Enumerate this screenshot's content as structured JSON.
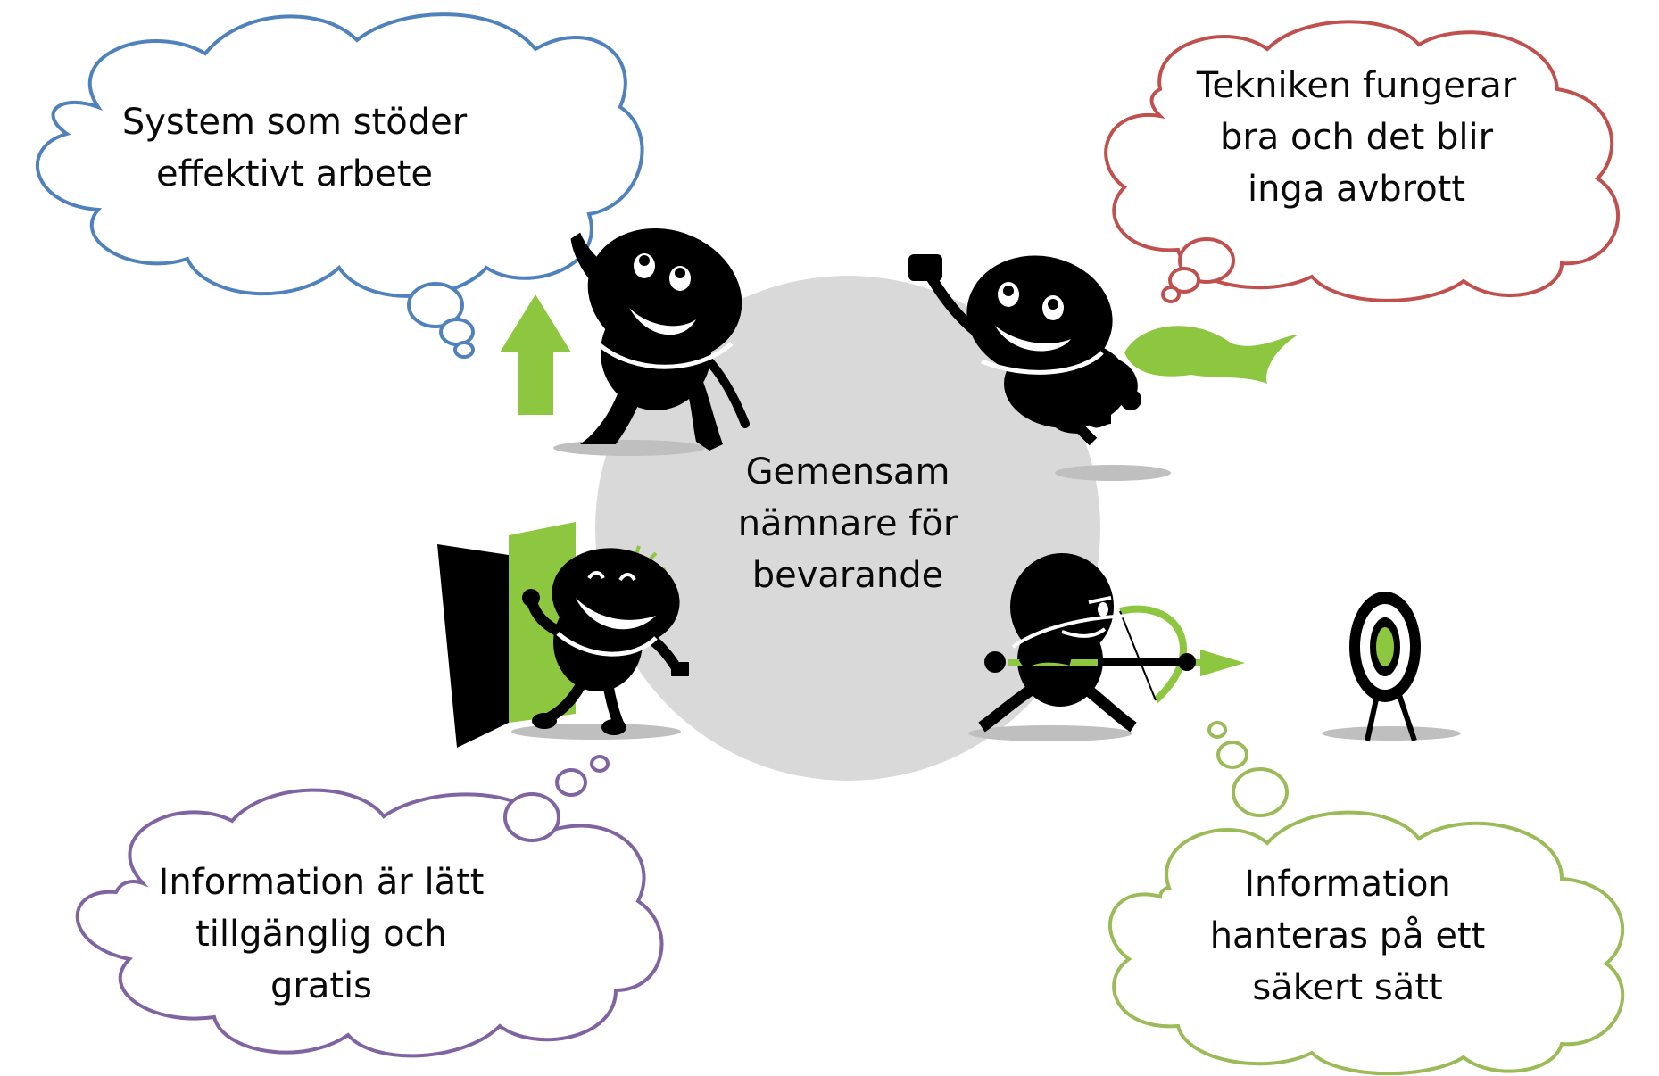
{
  "center": {
    "text": "Gemensam\nnämnare för\nbevarande"
  },
  "clouds": {
    "top_left": {
      "text": "System som stöder\neffektivt arbete",
      "color": "#4f81bd"
    },
    "top_right": {
      "text": "Tekniken fungerar\nbra och det blir\ninga avbrott",
      "color": "#c0504d"
    },
    "bottom_left": {
      "text": "Information är lätt\ntillgänglig och\ngratis",
      "color": "#8064a2"
    },
    "bottom_right": {
      "text": "Information\nhanteras på ett\nsäkert sätt",
      "color": "#9bbb59"
    }
  },
  "colors": {
    "accent_green": "#8dc63f",
    "center_circle": "#d9d9d9",
    "figure": "#000000",
    "shadow": "#bfbfbf"
  }
}
